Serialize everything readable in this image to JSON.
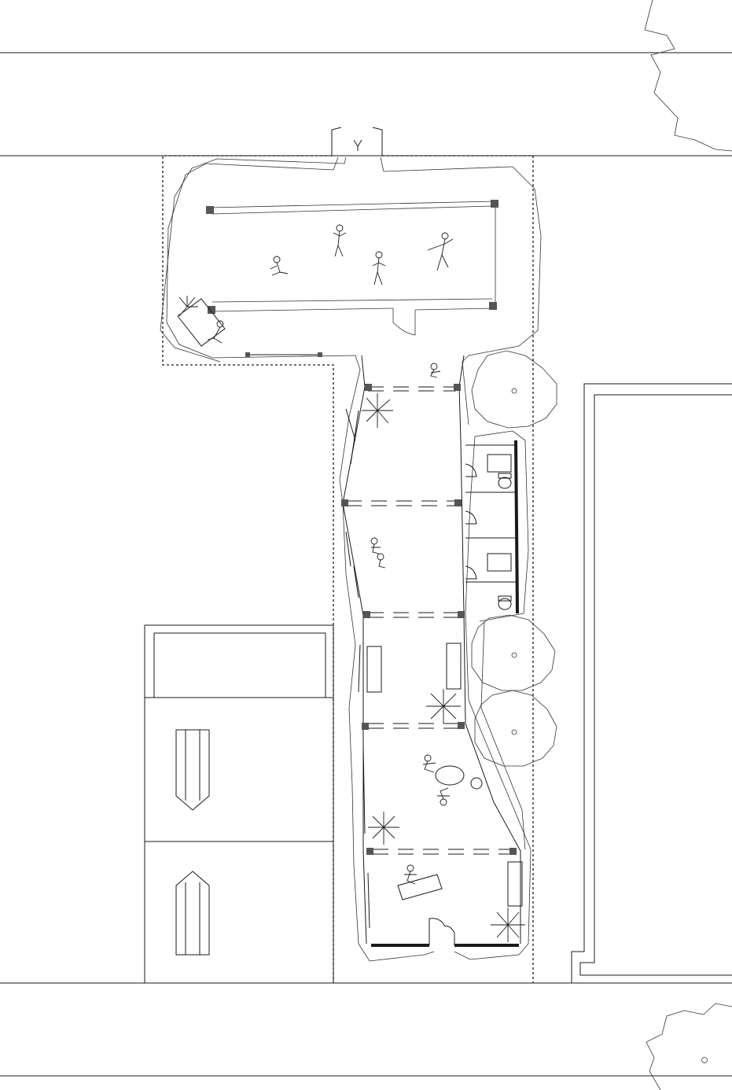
{
  "drawing": {
    "type": "architectural-floor-plan",
    "style": "black-line-on-white",
    "line_color": "#1a1a1a",
    "background_color": "#ffffff",
    "poche_color": "#555555"
  },
  "elements": {
    "street_lines": 4,
    "trees": 3,
    "potted_plants": 5,
    "people": 11,
    "toilets": 2,
    "parked_cars": 2
  }
}
